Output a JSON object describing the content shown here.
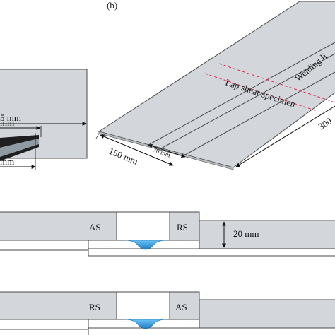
{
  "panel_b": {
    "label": "(b)",
    "welding_line": "Welding li",
    "lap_shear": "Lap shear specimen",
    "dim_300": "300",
    "dim_150": "150 mm",
    "dim_70": "70 mm"
  },
  "panel_a_fragment": {
    "dim_top": "5 mm",
    "dim_mid": "mm",
    "dim_bot": "mm"
  },
  "config_1": {
    "left_side": "AS",
    "right_side": "RS",
    "thickness": "20 mm"
  },
  "config_2": {
    "left_side": "RS",
    "right_side": "AS"
  },
  "colors": {
    "plate_fill": "#d3d6da",
    "plate_stroke": "#4a4a4a",
    "weld_blue": "#2a8fd6",
    "dashed_red": "#e0294a"
  }
}
